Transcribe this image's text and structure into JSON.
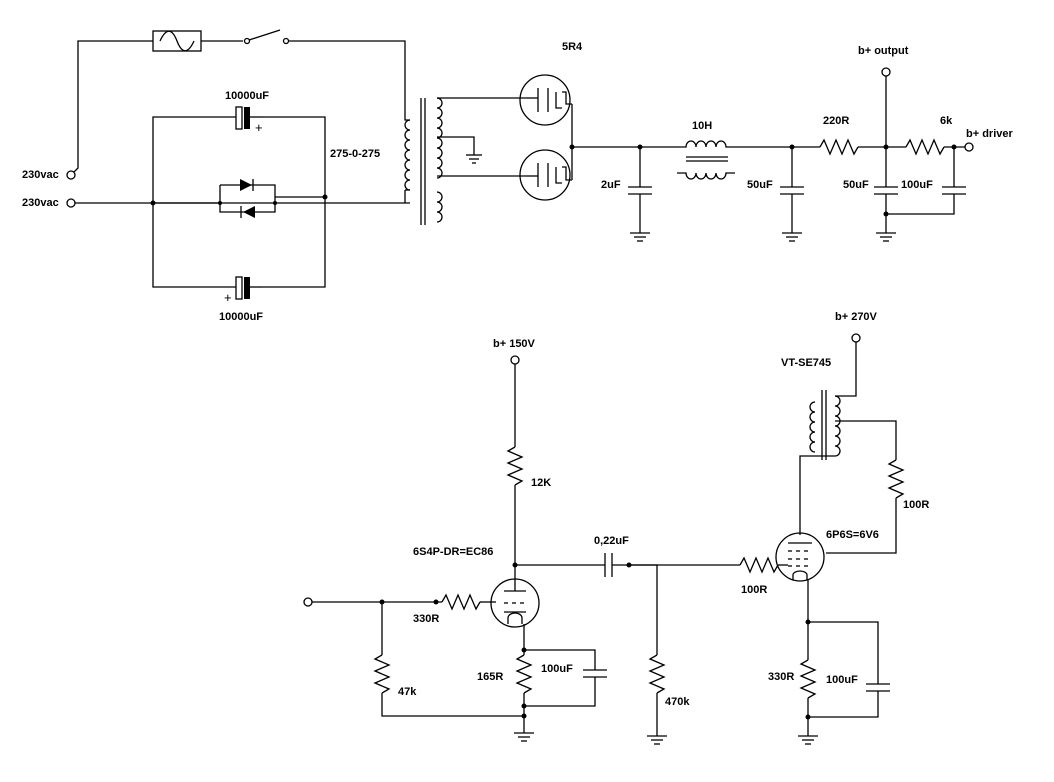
{
  "psu": {
    "ac_in_top": "230vac",
    "ac_in_bottom": "230vac",
    "cap_top": "10000uF",
    "cap_bottom": "10000uF",
    "transformer": "275-0-275",
    "rectifier_tube": "5R4",
    "choke": "10H",
    "cap_2uf": "2uF",
    "cap_50uf_a": "50uF",
    "res_220r": "220R",
    "b_output": "b+ output",
    "res_6k": "6k",
    "b_driver": "b+ driver",
    "cap_50uf_b": "50uF",
    "cap_100uf": "100uF"
  },
  "driver": {
    "supply": "b+ 150V",
    "plate_res": "12K",
    "tube": "6S4P-DR=EC86",
    "grid_res": "330R",
    "grid_leak": "47k",
    "cathode_res": "165R",
    "cathode_cap": "100uF",
    "coupling_cap": "0,22uF",
    "out_grid_leak": "470k"
  },
  "output": {
    "supply": "b+ 270V",
    "transformer": "VT-SE745",
    "g2_res": "100R",
    "tube": "6P6S=6V6",
    "grid_stopper": "100R",
    "cathode_res": "330R",
    "cathode_cap": "100uF"
  },
  "icons": [
    "fuse-icon",
    "switch-icon",
    "diode-icon",
    "capacitor-icon",
    "resistor-icon",
    "inductor-icon",
    "ground-icon",
    "vacuum-tube-icon",
    "transformer-icon",
    "terminal-icon"
  ]
}
